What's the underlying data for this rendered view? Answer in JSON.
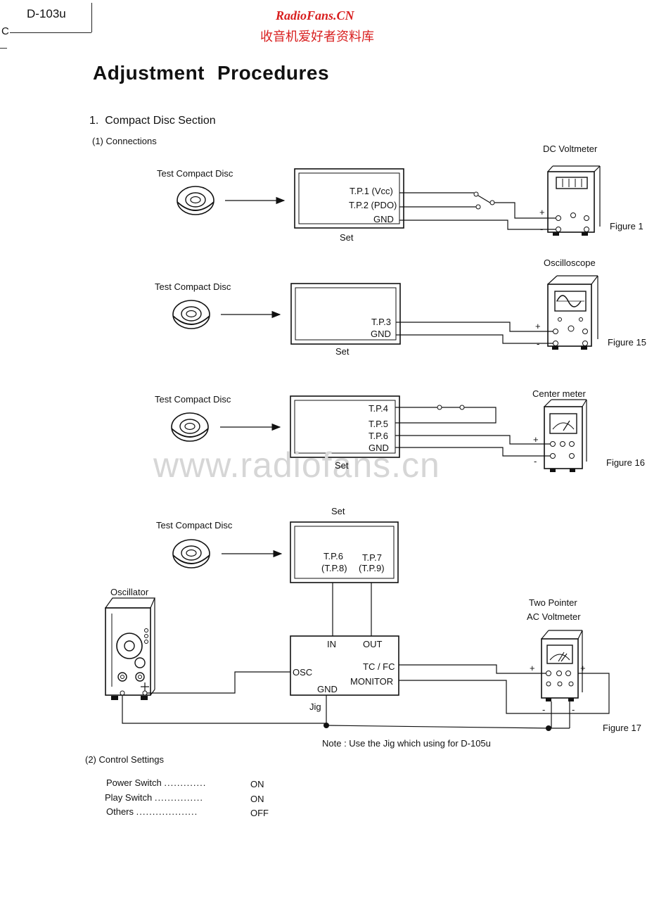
{
  "header": {
    "model": "D-103u",
    "mark": "C",
    "site_name": "RadioFans.CN",
    "site_tagline": "收音机爱好者资料库"
  },
  "title": {
    "word1": "Adjustment",
    "word2": "Procedures"
  },
  "section": {
    "number": "1.",
    "name": "Compact Disc Section"
  },
  "connections": {
    "heading": "(1) Connections",
    "diagram1": {
      "source": "Test Compact Disc",
      "tp1": "T.P.1 (Vcc)",
      "tp2": "T.P.2 (PDO)",
      "gnd": "GND",
      "set": "Set",
      "instrument": "DC Voltmeter",
      "plus": "+",
      "minus": "-",
      "figure": "Figure 1"
    },
    "diagram2": {
      "source": "Test Compact Disc",
      "tp3": "T.P.3",
      "gnd": "GND",
      "set": "Set",
      "instrument": "Oscilloscope",
      "plus": "+",
      "minus": "-",
      "figure": "Figure 15"
    },
    "diagram3": {
      "source": "Test Compact Disc",
      "tp4": "T.P.4",
      "tp5": "T.P.5",
      "tp6": "T.P.6",
      "gnd": "GND",
      "set": "Set",
      "instrument": "Center meter",
      "plus": "+",
      "minus": "-",
      "figure": "Figure 16"
    },
    "diagram4": {
      "source": "Test Compact Disc",
      "set": "Set",
      "tp6": "T.P.6",
      "tp8": "(T.P.8)",
      "tp7": "T.P.7",
      "tp9": "(T.P.9)",
      "oscillator": "Oscillator",
      "jig_in": "IN",
      "jig_out": "OUT",
      "jig_osc": "OSC",
      "jig_tcfc": "TC / FC",
      "jig_monitor": "MONITOR",
      "jig_gnd": "GND",
      "jig": "Jig",
      "instrument_line1": "Two Pointer",
      "instrument_line2": "AC Voltmeter",
      "plus": "+",
      "minus": "-",
      "figure": "Figure 17",
      "note": "Note : Use the Jig which using for D-105u"
    }
  },
  "control_settings": {
    "heading": "(2) Control Settings",
    "rows": [
      {
        "name": "Power Switch",
        "dots": ".............",
        "value": "ON"
      },
      {
        "name": "Play Switch",
        "dots": "...............",
        "value": "ON"
      },
      {
        "name": "Others",
        "dots": "...................",
        "value": "OFF"
      }
    ]
  },
  "watermark": "www.radiofans.cn"
}
